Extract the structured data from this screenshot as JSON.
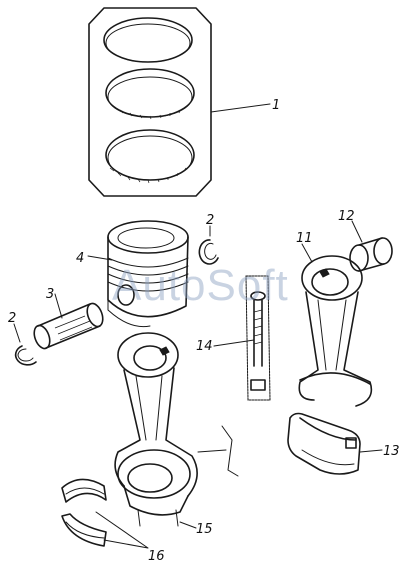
{
  "watermark": "AutoSoft",
  "callouts": {
    "c1": "1",
    "c2a": "2",
    "c2b": "2",
    "c3": "3",
    "c4": "4",
    "c11": "11",
    "c12": "12",
    "c13": "13",
    "c14": "14",
    "c15": "15",
    "c16": "16"
  },
  "parts": [
    {
      "id": "piston-rings",
      "callout": "1"
    },
    {
      "id": "circlip",
      "callout": "2"
    },
    {
      "id": "piston-pin",
      "callout": "3"
    },
    {
      "id": "piston",
      "callout": "4"
    },
    {
      "id": "connecting-rod-right",
      "callout": "11"
    },
    {
      "id": "small-end-bushing",
      "callout": "12"
    },
    {
      "id": "rod-cap",
      "callout": "13"
    },
    {
      "id": "rod-bolt",
      "callout": "14"
    },
    {
      "id": "connecting-rod-left",
      "callout": "15"
    },
    {
      "id": "bearing-shells",
      "callout": "16"
    }
  ]
}
